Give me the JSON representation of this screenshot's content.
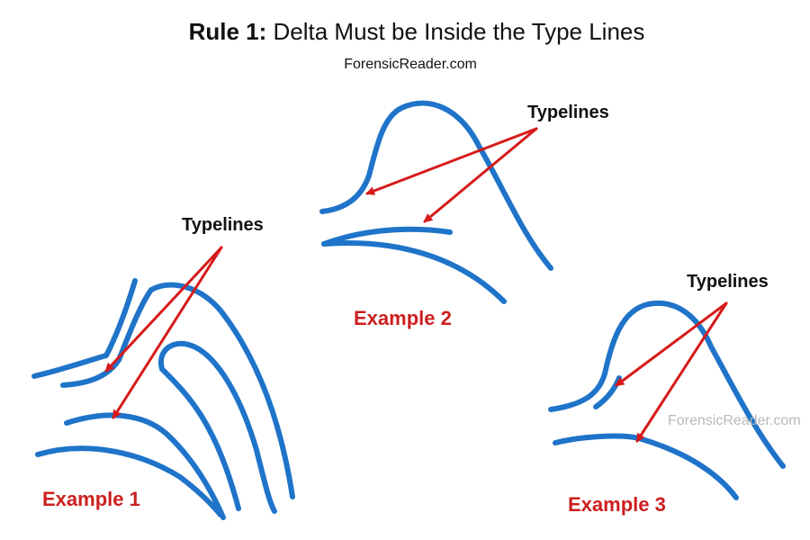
{
  "title": {
    "bold": "Rule 1:",
    "rest": " Delta Must be Inside the Type Lines"
  },
  "subtitle": "ForensicReader.com",
  "watermark": "ForensicReader.com",
  "examples": [
    {
      "name": "Example 1",
      "pointer_label": "Typelines"
    },
    {
      "name": "Example 2",
      "pointer_label": "Typelines"
    },
    {
      "name": "Example 3",
      "pointer_label": "Typelines"
    }
  ],
  "colors": {
    "ridge": "#1f74c9",
    "arrow": "#d61a1a",
    "example_label": "#cc1f1f",
    "text": "#111111",
    "watermark": "#b9b9b9"
  }
}
